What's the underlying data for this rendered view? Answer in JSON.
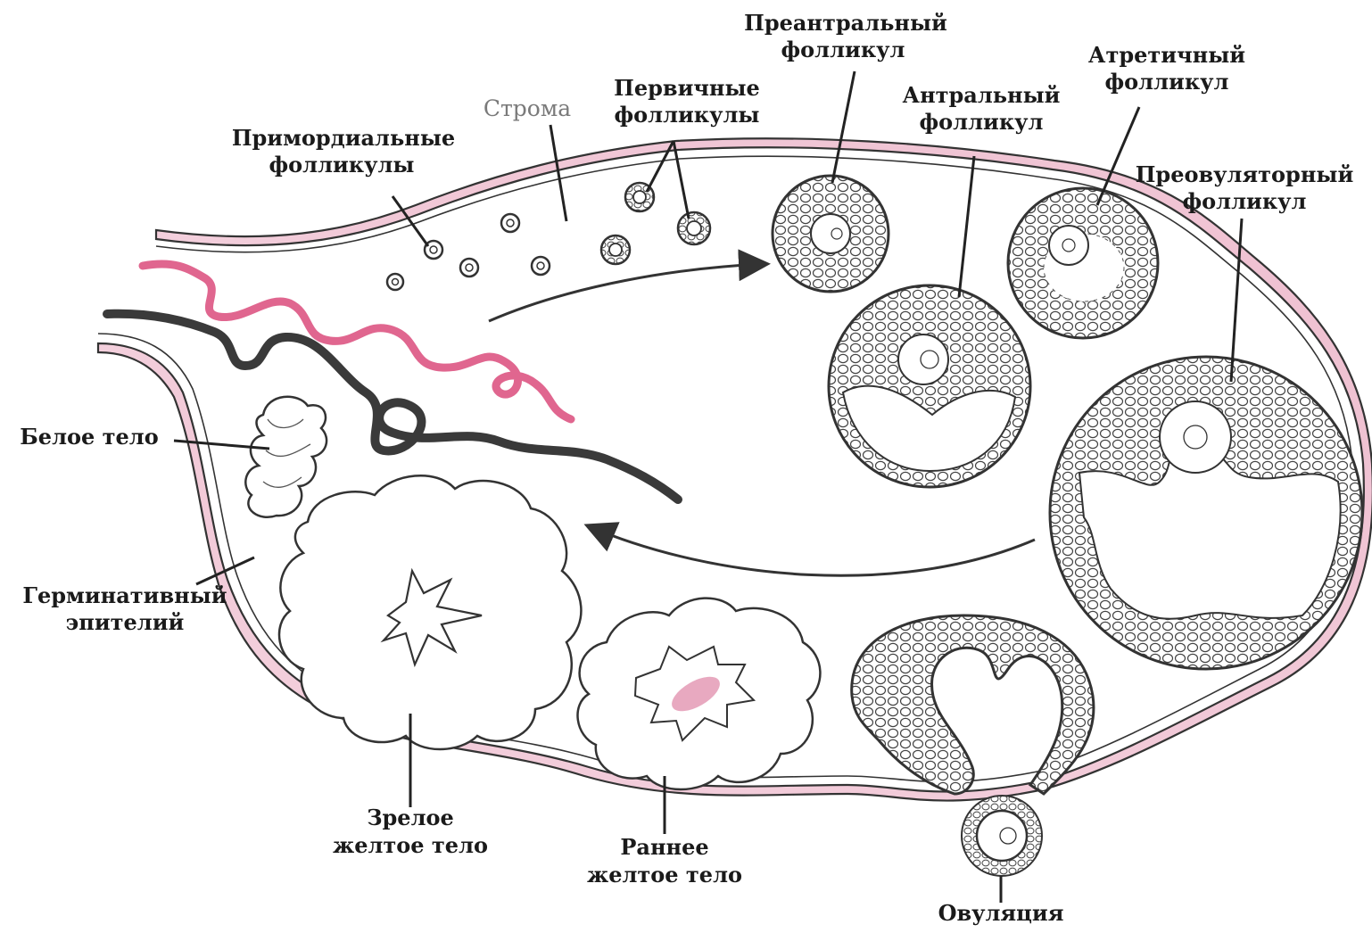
{
  "labels": {
    "primordial": [
      "Примордиальные",
      "фолликулы"
    ],
    "stroma": "Строма",
    "primary": [
      "Первичные",
      "фолликулы"
    ],
    "preantral": [
      "Преантральный",
      "фолликул"
    ],
    "antral": [
      "Антральный",
      "фолликул"
    ],
    "atretic": [
      "Атретичный",
      "фолликул"
    ],
    "preovulatory": [
      "Преовуляторный",
      "фолликул"
    ],
    "corpus_albicans": "Белое тело",
    "germinal_epithelium": [
      "Герминативный",
      "эпителий"
    ],
    "mature_corpus_luteum": [
      "Зрелое",
      "желтое тело"
    ],
    "early_corpus_luteum": [
      "Раннее",
      "желтое тело"
    ],
    "ovulation": "Овуляция"
  },
  "colors": {
    "stroma_fill": "#f3cfdc",
    "stroma_fill_dark": "#e8a9c0",
    "vessel_pink": "#e0668f",
    "vessel_dark": "#3a3a3a",
    "outline": "#333333",
    "follicle_fill": "#ffffff"
  }
}
